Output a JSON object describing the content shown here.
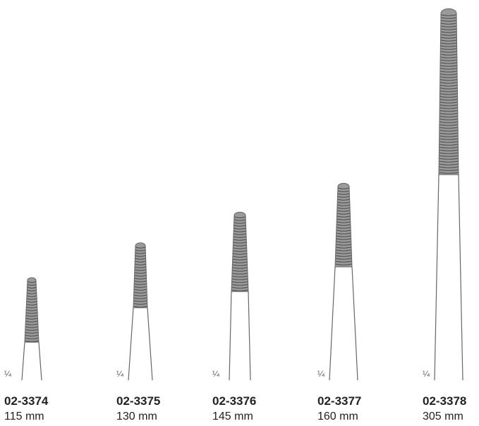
{
  "instruments": [
    {
      "code": "02-3374",
      "length": "115 mm",
      "scale": "¼"
    },
    {
      "code": "02-3375",
      "length": "130 mm",
      "scale": "¼"
    },
    {
      "code": "02-3376",
      "length": "145 mm",
      "scale": "¼"
    },
    {
      "code": "02-3377",
      "length": "160 mm",
      "scale": "¼"
    },
    {
      "code": "02-3378",
      "length": "305 mm",
      "scale": "¼"
    }
  ],
  "colors": {
    "outline": "#666666",
    "serration_fill": "#9a9a9a",
    "serration_line": "#4d4d4d",
    "text": "#222222"
  },
  "icons": {
    "jaw": "serrated-forceps-jaw-icon"
  }
}
